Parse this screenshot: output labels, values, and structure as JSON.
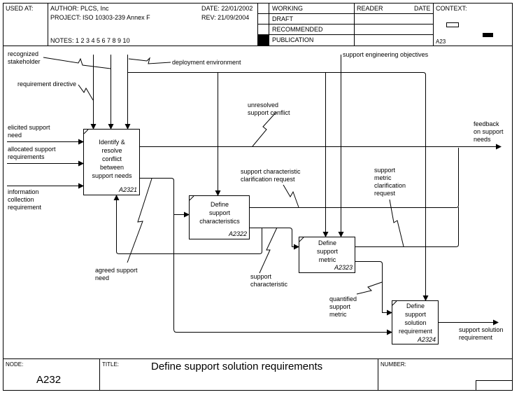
{
  "header": {
    "used_at_label": "USED AT:",
    "author": "AUTHOR:  PLCS, Inc",
    "project": "PROJECT:  ISO 10303-239 Annex F",
    "date": "DATE: 22/01/2002",
    "rev": "REV:  21/09/2004",
    "notes": "NOTES:  1  2  3  4  5  6  7  8  9  10",
    "status": [
      "WORKING",
      "DRAFT",
      "RECOMMENDED",
      "PUBLICATION"
    ],
    "status_selected": "PUBLICATION",
    "reader_label": "READER",
    "date_label": "DATE",
    "context_label": "CONTEXT:",
    "context_node": "A23"
  },
  "footer": {
    "node_label": "NODE:",
    "node_value": "A232",
    "title_label": "TITLE:",
    "title_value": "Define support solution requirements",
    "number_label": "NUMBER:"
  },
  "boxes": [
    {
      "id": "A2321",
      "label": [
        "Identify &",
        "resolve",
        "conflict",
        "between",
        "support needs"
      ]
    },
    {
      "id": "A2322",
      "label": [
        "Define",
        "support",
        "characteristics"
      ]
    },
    {
      "id": "A2323",
      "label": [
        "Define",
        "support",
        "metric"
      ]
    },
    {
      "id": "A2324",
      "label": [
        "Define",
        "support",
        "solution",
        "requirement"
      ]
    }
  ],
  "arrows": {
    "recognized_stakeholder": [
      "recognized",
      "stakeholder"
    ],
    "requirement_directive": "requirement directive",
    "deployment_environment": "deployment environment",
    "support_engineering_objectives": "support engineering objectives",
    "unresolved_support_conflict": [
      "unresolved",
      "support conflict"
    ],
    "feedback_on_support_needs": [
      "feedback",
      "on support",
      "needs"
    ],
    "elicited_support_need": [
      "elicited support",
      "need"
    ],
    "allocated_support_requirements": [
      "allocated support",
      "requirements"
    ],
    "information_collection_requirement": [
      "information",
      "collection",
      "requirement"
    ],
    "support_characteristic_clarification_request": [
      "support characteristic",
      "clarification request"
    ],
    "support_metric_clarification_request": [
      "support",
      "metric",
      "clarification",
      "request"
    ],
    "agreed_support_need": [
      "agreed support",
      "need"
    ],
    "support_characteristic": [
      "support",
      "characteristic"
    ],
    "quantified_support_metric": [
      "quantified",
      "support",
      "metric"
    ],
    "support_solution_requirement": [
      "support solution",
      "requirement"
    ]
  }
}
